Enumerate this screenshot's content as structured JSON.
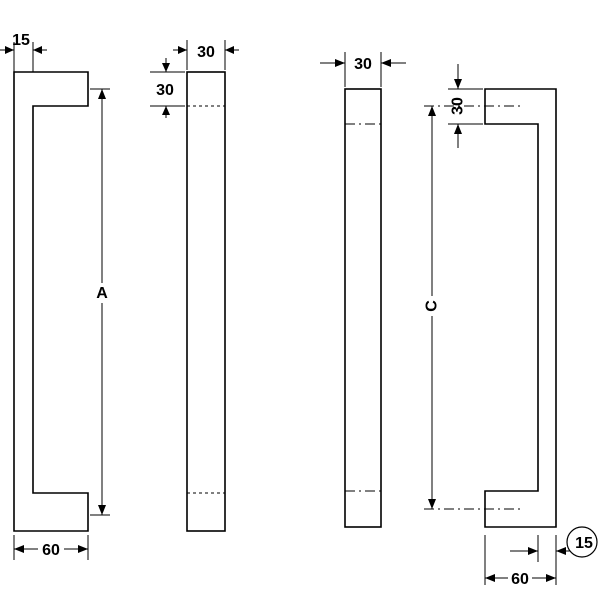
{
  "dimensions": {
    "dim_15_top": "15",
    "dim_30_top_side": "30",
    "dim_30_left_side": "30",
    "dim_A": "A",
    "dim_60_left": "60",
    "dim_30_mid": "30",
    "dim_30_right": "30",
    "dim_C": "C",
    "dim_15_circled": "15",
    "dim_60_right": "60"
  },
  "colors": {
    "line": "#000000",
    "background": "#ffffff"
  }
}
